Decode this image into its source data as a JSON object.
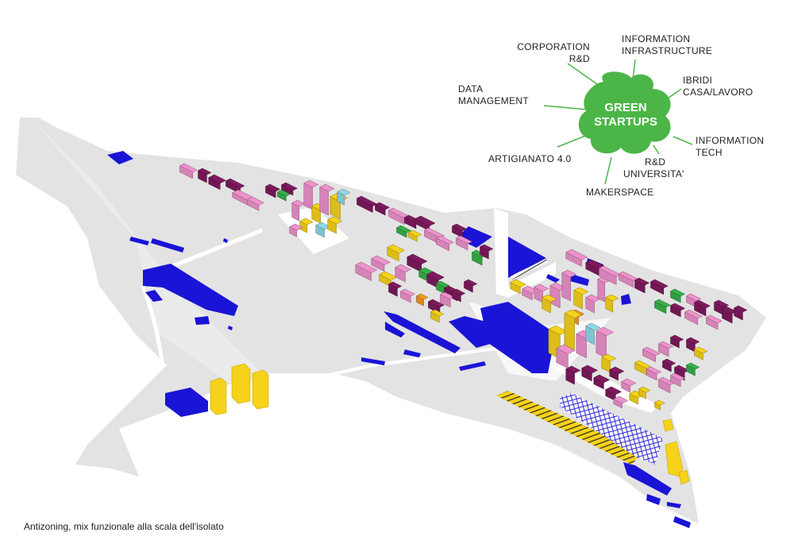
{
  "caption": "Antizoning, mix funzionale alla scala dell'isolato",
  "hub": {
    "line1": "GREEN",
    "line2": "STARTUPS"
  },
  "spokes": [
    {
      "l1": "CORPORATION",
      "l2": "R&D"
    },
    {
      "l1": "INFORMATION",
      "l2": "INFRASTRUCTURE"
    },
    {
      "l1": "IBRIDI",
      "l2": "CASA/LAVORO"
    },
    {
      "l1": "DATA",
      "l2": "MANAGEMENT"
    },
    {
      "l1": "INFORMATION",
      "l2": "TECH"
    },
    {
      "l1": "R&D",
      "l2": "UNIVERSITA'"
    },
    {
      "l1": "ARTIGIANATO 4.0",
      "l2": ""
    },
    {
      "l1": "MAKERSPACE",
      "l2": ""
    }
  ],
  "colors": {
    "ground": "#e3e3e3",
    "hub_green": "#4cb548",
    "blue": "#1a14d6",
    "yellow": "#f6d21b",
    "pink": "#ee92cc",
    "purple": "#7f1a5e",
    "green": "#38b04a",
    "cyan": "#8fd8e8",
    "orange": "#f29a25"
  }
}
